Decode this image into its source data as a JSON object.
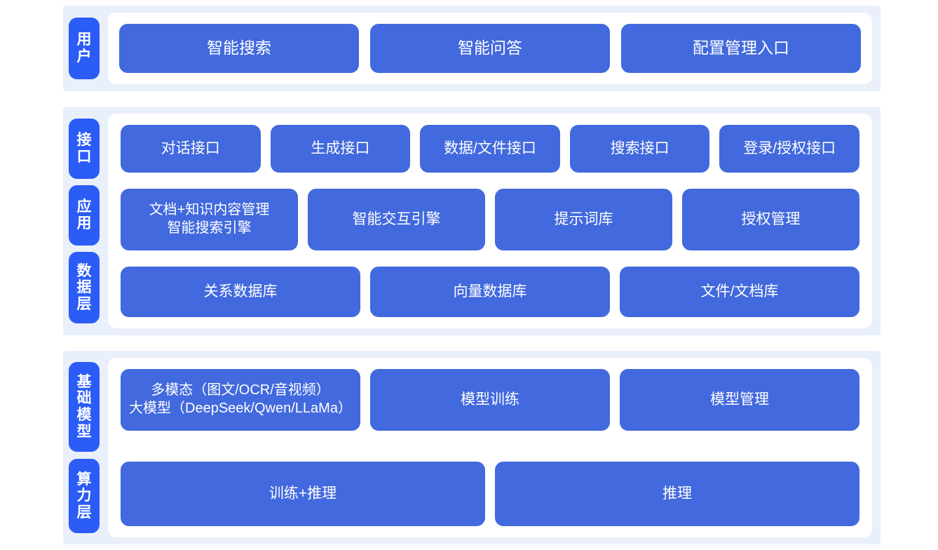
{
  "colors": {
    "page_background": "#ffffff",
    "section_background": "#eaf0fb",
    "panel_background": "#ffffff",
    "tab_blue": "#2b5cf6",
    "box_blue": "#4269dd",
    "box_text": "#ffffff"
  },
  "sections": [
    {
      "id": "user",
      "tabs": [
        {
          "label": "用户"
        }
      ],
      "rows": [
        {
          "id": "user-entries",
          "boxes": [
            {
              "label": "智能搜索"
            },
            {
              "label": "智能问答"
            },
            {
              "label": "配置管理入口"
            }
          ]
        }
      ]
    },
    {
      "id": "middle",
      "tabs": [
        {
          "label": "接口"
        },
        {
          "label": "应用"
        },
        {
          "label": "数据层"
        }
      ],
      "rows": [
        {
          "id": "api-row",
          "boxes": [
            {
              "label": "对话接口"
            },
            {
              "label": "生成接口"
            },
            {
              "label": "数据/文件接口"
            },
            {
              "label": "搜索接口"
            },
            {
              "label": "登录/授权接口"
            }
          ]
        },
        {
          "id": "app-row",
          "boxes": [
            {
              "label": "文档+知识内容管理\n智能搜索引擎"
            },
            {
              "label": "智能交互引擎"
            },
            {
              "label": "提示词库"
            },
            {
              "label": "授权管理"
            }
          ]
        },
        {
          "id": "data-row",
          "boxes": [
            {
              "label": "关系数据库"
            },
            {
              "label": "向量数据库"
            },
            {
              "label": "文件/文档库"
            }
          ]
        }
      ]
    },
    {
      "id": "base",
      "tabs": [
        {
          "label": "基础模型"
        },
        {
          "label": "算力层"
        }
      ],
      "rows": [
        {
          "id": "model-row",
          "boxes": [
            {
              "label": "多模态（图文/OCR/音视频）\n大模型（DeepSeek/Qwen/LLaMa）"
            },
            {
              "label": "模型训练"
            },
            {
              "label": "模型管理"
            }
          ]
        },
        {
          "id": "compute-row",
          "boxes": [
            {
              "label": "训练+推理"
            },
            {
              "label": "推理"
            }
          ]
        }
      ]
    }
  ]
}
